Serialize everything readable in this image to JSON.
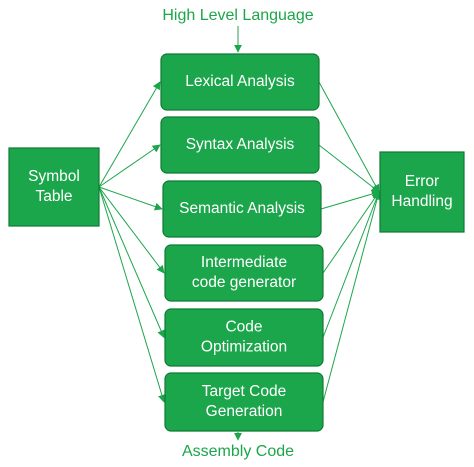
{
  "diagram": {
    "title": "High Level Language",
    "output_label": "Assembly Code",
    "colors": {
      "accent": "#1ca64b",
      "border": "#0f7a33",
      "text_on_box": "#ffffff"
    },
    "phases": [
      [
        "Lexical Analysis"
      ],
      [
        "Syntax Analysis"
      ],
      [
        "Semantic Analysis"
      ],
      [
        "Intermediate",
        "code generator"
      ],
      [
        "Code",
        "Optimization"
      ],
      [
        "Target Code",
        "Generation"
      ]
    ],
    "symbol_table": [
      "Symbol",
      "Table"
    ],
    "error_handling": [
      "Error",
      "Handling"
    ]
  }
}
